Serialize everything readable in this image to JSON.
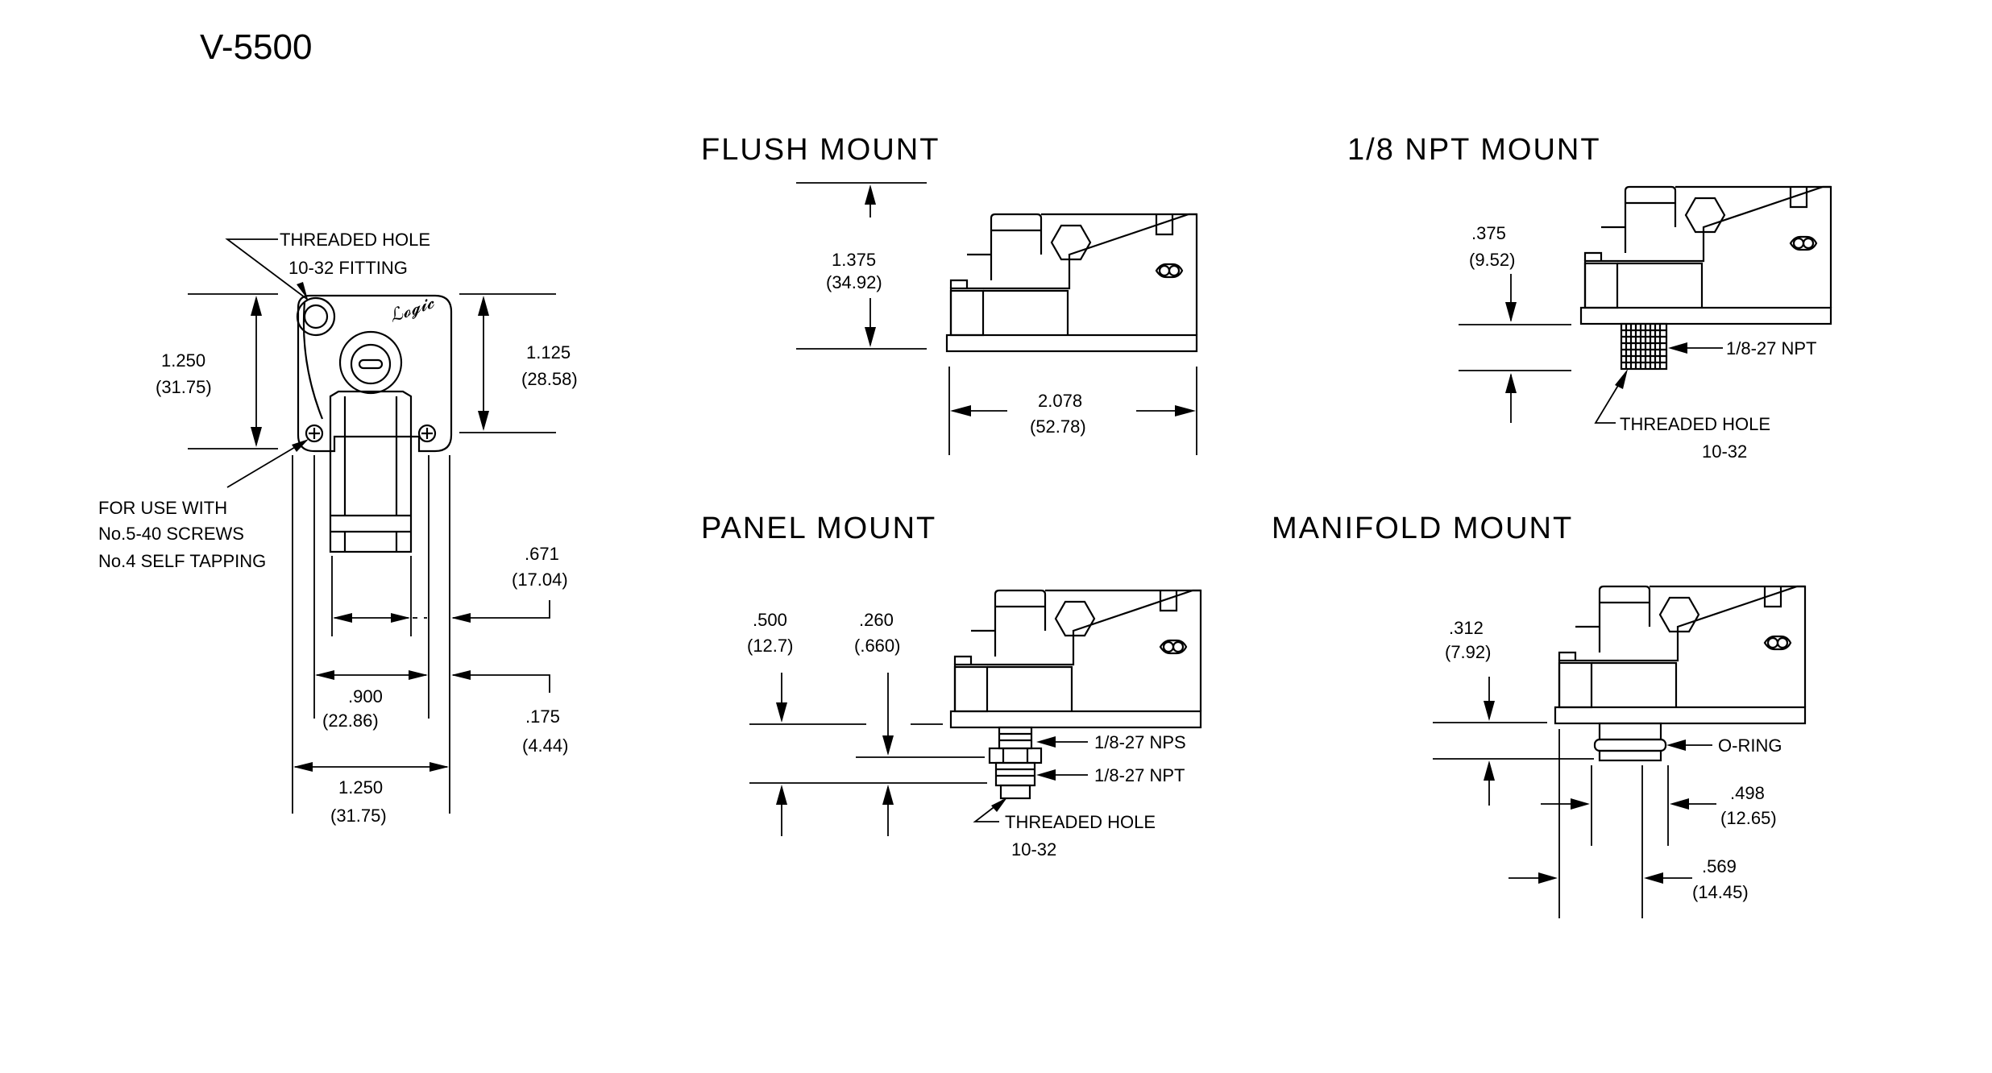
{
  "title": "V-5500",
  "views": {
    "front": {
      "threaded_hole": "THREADED HOLE",
      "fitting": "10-32 FITTING",
      "height": "1.250",
      "height_mm": "(31.75)",
      "inner_height": "1.125",
      "inner_height_mm": "(28.58)",
      "screws_1": "FOR USE WITH",
      "screws_2": "No.5-40 SCREWS",
      "screws_3": "No.4 SELF TAPPING",
      "d671": ".671",
      "d671_mm": "(17.04)",
      "d900": ".900",
      "d900_mm": "(22.86)",
      "d175": ".175",
      "d175_mm": "(4.44)",
      "width": "1.250",
      "width_mm": "(31.75)"
    },
    "flush": {
      "heading": "FLUSH MOUNT",
      "height": "1.375",
      "height_mm": "(34.92)",
      "length": "2.078",
      "length_mm": "(52.78)"
    },
    "npt": {
      "heading": "1/8 NPT MOUNT",
      "dim": ".375",
      "dim_mm": "(9.52)",
      "thread": "1/8-27 NPT",
      "hole": "THREADED HOLE",
      "hole_size": "10-32"
    },
    "panel": {
      "heading": "PANEL MOUNT",
      "d500": ".500",
      "d500_mm": "(12.7)",
      "d260": ".260",
      "d260_mm": "(.660)",
      "nps": "1/8-27 NPS",
      "npt": "1/8-27 NPT",
      "hole": "THREADED HOLE",
      "hole_size": "10-32"
    },
    "manifold": {
      "heading": "MANIFOLD  MOUNT",
      "d312": ".312",
      "d312_mm": "(7.92)",
      "oring": "O-RING",
      "d498": ".498",
      "d498_mm": "(12.65)",
      "d569": ".569",
      "d569_mm": "(14.45)"
    }
  }
}
